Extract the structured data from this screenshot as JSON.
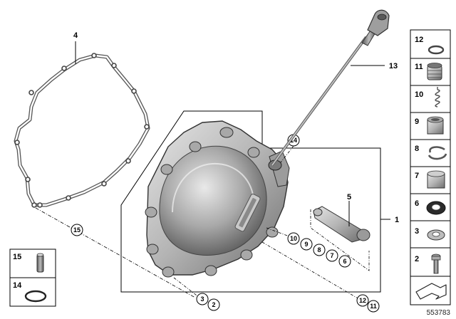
{
  "diagram_id": "553783",
  "callouts": {
    "gasket": "4",
    "dipstick": "13",
    "cover_assembly": "1",
    "sensor": "5",
    "plug_circle": "14",
    "dowel_circle": "15",
    "row_10": "10",
    "row_9": "9",
    "row_8": "8",
    "row_7": "7",
    "row_6": "6",
    "bottom_3": "3",
    "bottom_2": "2",
    "bottom_12": "12",
    "bottom_11": "11"
  },
  "parts_column": [
    {
      "num": "12",
      "icon": "flat-washer-icon"
    },
    {
      "num": "11",
      "icon": "threaded-plug-icon"
    },
    {
      "num": "10",
      "icon": "spring-icon"
    },
    {
      "num": "9",
      "icon": "needle-bearing-icon"
    },
    {
      "num": "8",
      "icon": "circlip-icon"
    },
    {
      "num": "7",
      "icon": "bushing-icon"
    },
    {
      "num": "6",
      "icon": "shaft-seal-icon"
    },
    {
      "num": "3",
      "icon": "washer-icon"
    },
    {
      "num": "2",
      "icon": "bolt-icon"
    }
  ],
  "small_parts": [
    {
      "num": "15",
      "icon": "dowel-sleeve-icon"
    },
    {
      "num": "14",
      "icon": "o-ring-icon"
    }
  ]
}
